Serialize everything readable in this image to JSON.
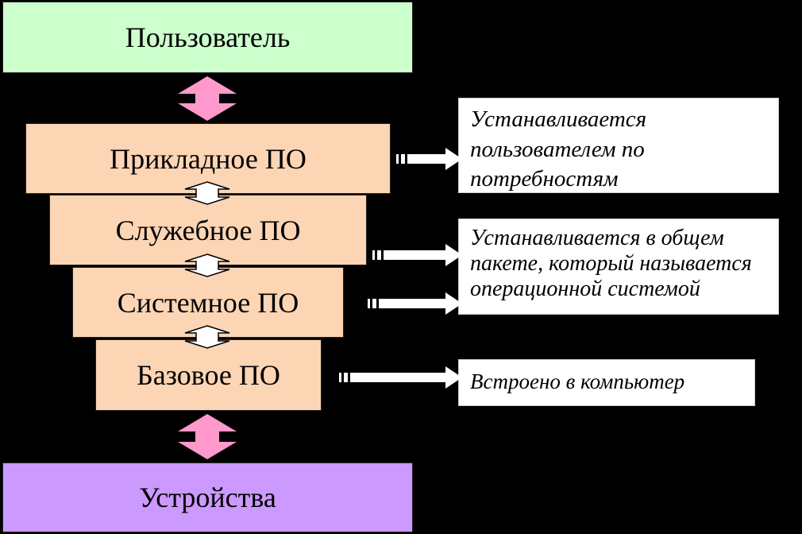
{
  "top": {
    "label": "Пользователь"
  },
  "layers": [
    {
      "label": "Прикладное ПО"
    },
    {
      "label": "Служебное ПО"
    },
    {
      "label": "Системное ПО"
    },
    {
      "label": "Базовое ПО"
    }
  ],
  "bottom": {
    "label": "Устройства"
  },
  "notes": [
    {
      "text": "Устанавливается пользователем по потребностям"
    },
    {
      "text": "Устанавливается в общем пакете, который называется операционной системой"
    },
    {
      "text": "Встроено в компьютер"
    }
  ],
  "colors": {
    "top_box": "#ccffcc",
    "layer_box": "#fcd5b4",
    "bottom_box": "#cc99ff",
    "big_arrow": "#ff99cc",
    "background": "#000000"
  }
}
